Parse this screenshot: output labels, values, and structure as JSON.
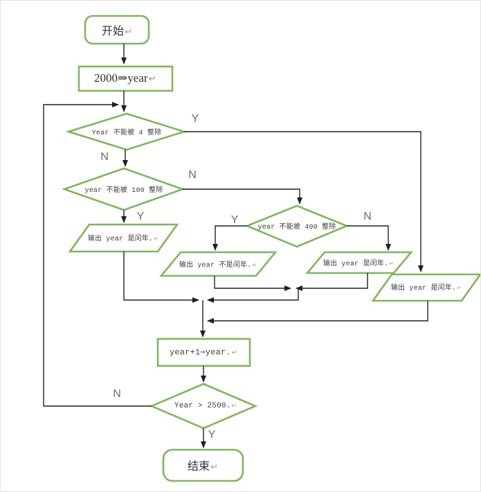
{
  "diagram": {
    "type": "flowchart",
    "language": "zh-CN",
    "nodes": {
      "start": {
        "type": "terminator",
        "label": "开始",
        "mark": "↵"
      },
      "init": {
        "type": "process",
        "label": "2000⇒year",
        "mark": "↵"
      },
      "check_div4": {
        "type": "decision",
        "label": "Year 不能被 4 整除"
      },
      "check_div100": {
        "type": "decision",
        "label": "year 不能被 100 整除"
      },
      "out_leap_a": {
        "type": "io",
        "label": "输出 year 是闰年.",
        "mark": "↵"
      },
      "check_div400": {
        "type": "decision",
        "label": "year 不能被 400 整除"
      },
      "out_not_leap": {
        "type": "io",
        "label": "输出 year 不是闰年.",
        "mark": "↵"
      },
      "out_leap_b": {
        "type": "io",
        "label": "输出 year 是闰年.",
        "mark": "↵"
      },
      "out_leap_c": {
        "type": "io",
        "label": "输出 year 是闰年.",
        "mark": "↵"
      },
      "increment": {
        "type": "process",
        "label": "year+1⇒year.",
        "mark": "↵"
      },
      "check_end": {
        "type": "decision",
        "label": "Year > 2500.",
        "mark": "↵"
      },
      "end": {
        "type": "terminator",
        "label": "结束",
        "mark": "↵"
      }
    },
    "edge_labels": {
      "div4_yes": "Y",
      "div4_no": "N",
      "div100_no": "N",
      "div100_yes": "Y",
      "div400_yes": "Y",
      "div400_no": "N",
      "end_no": "N",
      "end_yes": "Y"
    },
    "edges": [
      {
        "from": "start",
        "to": "init"
      },
      {
        "from": "init",
        "to": "check_div4"
      },
      {
        "from": "check_div4",
        "to": "out_leap_c",
        "label": "Y"
      },
      {
        "from": "check_div4",
        "to": "check_div100",
        "label": "N"
      },
      {
        "from": "check_div100",
        "to": "check_div400",
        "label": "N"
      },
      {
        "from": "check_div100",
        "to": "out_leap_a",
        "label": "Y"
      },
      {
        "from": "check_div400",
        "to": "out_not_leap",
        "label": "Y"
      },
      {
        "from": "check_div400",
        "to": "out_leap_b",
        "label": "N"
      },
      {
        "from": "out_leap_a",
        "to": "increment"
      },
      {
        "from": "out_not_leap",
        "to": "increment"
      },
      {
        "from": "out_leap_b",
        "to": "increment"
      },
      {
        "from": "out_leap_c",
        "to": "increment"
      },
      {
        "from": "increment",
        "to": "check_end"
      },
      {
        "from": "check_end",
        "to": "end",
        "label": "Y"
      },
      {
        "from": "check_end",
        "to": "check_div4",
        "label": "N"
      }
    ],
    "colors": {
      "shape_stroke": "#7CB75B",
      "shape_fill": "#FFFFFF",
      "connector": "#1F1F1F",
      "edge_label_text": "#6B6B6B",
      "node_text": "#3C3C3C",
      "paragraph_mark": "#9A9A9A"
    }
  }
}
